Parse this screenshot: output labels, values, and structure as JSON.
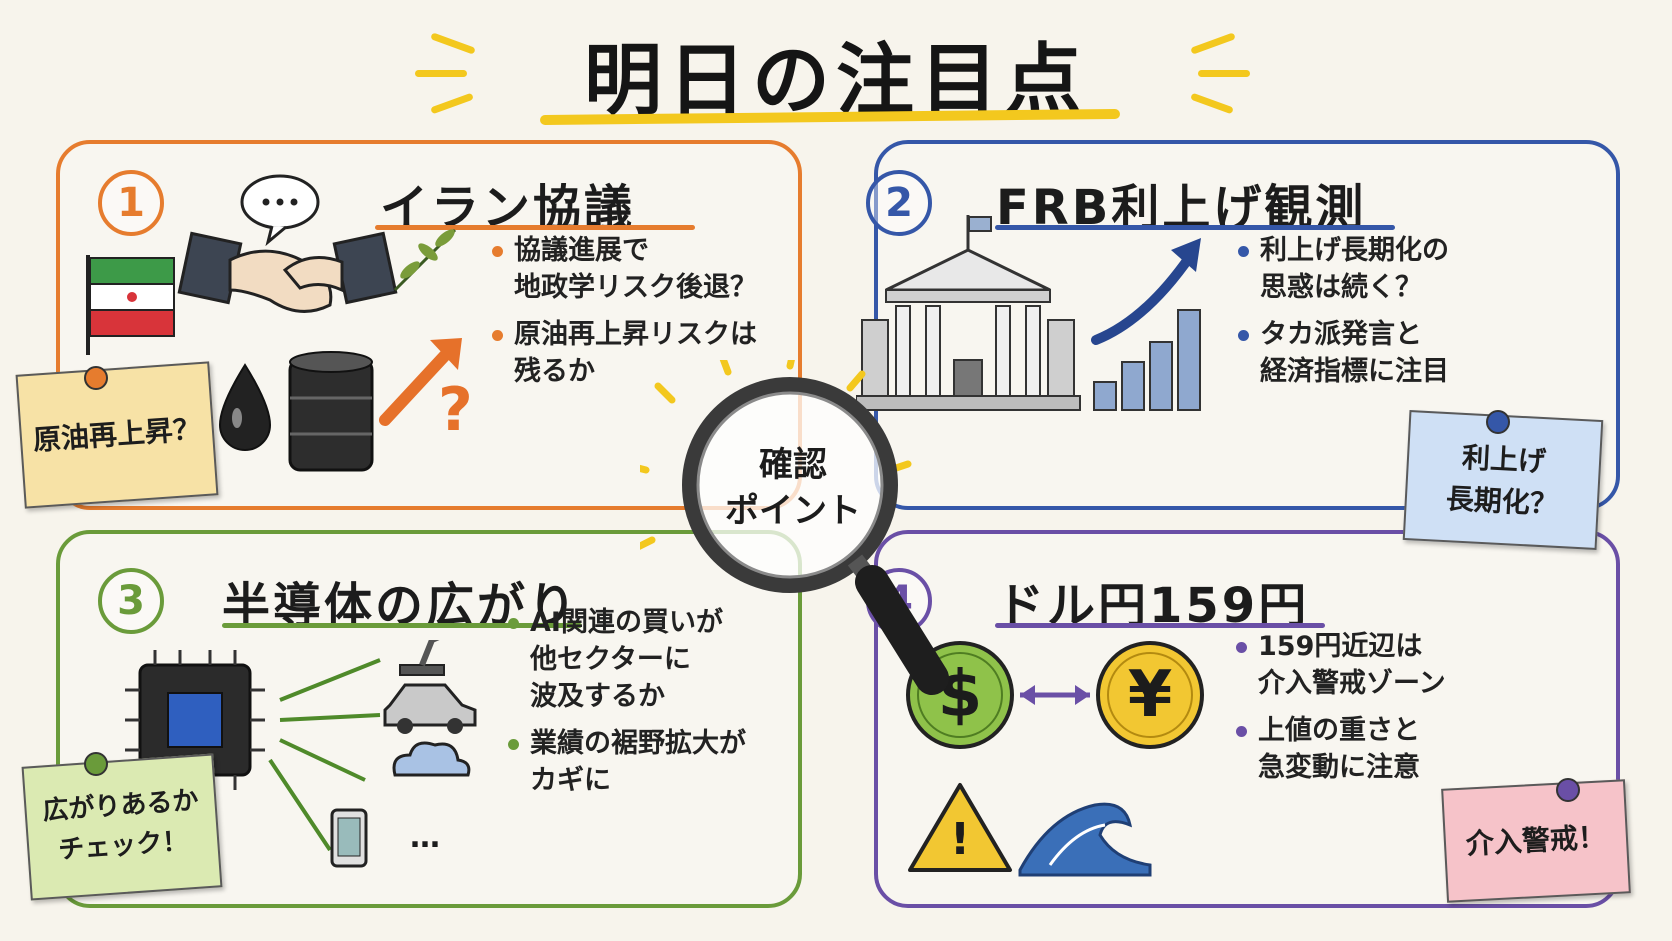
{
  "title": "明日の注目点",
  "center": {
    "line1": "確認",
    "line2": "ポイント"
  },
  "colors": {
    "orange": "#e67c2e",
    "blue": "#3557a8",
    "green": "#6a9b3a",
    "purple": "#6a4fa6",
    "yellow": "#f3c81e"
  },
  "panels": [
    {
      "number": "1",
      "title": "イラン協議",
      "bullets": [
        "協議進展で\n地政学リスク後退？",
        "原油再上昇リスクは\n残るか"
      ],
      "note": "原油再上昇？",
      "icons": [
        "speech-bubble-icon",
        "handshake-icon",
        "iran-flag-icon",
        "olive-branch-icon",
        "oil-drop-icon",
        "oil-barrel-icon",
        "up-arrow-icon",
        "question-mark-icon"
      ]
    },
    {
      "number": "2",
      "title": "FRB利上げ観測",
      "bullets": [
        "利上げ長期化の\n思惑は続く？",
        "タカ派発言と\n経済指標に注目"
      ],
      "note": "利上げ\n長期化？",
      "icons": [
        "federal-building-icon",
        "bar-chart-icon",
        "rising-arrow-icon"
      ]
    },
    {
      "number": "3",
      "title": "半導体の広がり",
      "bullets": [
        "AI関連の買いが\n他セクターに\n波及するか",
        "業績の裾野拡大が\nカギに"
      ],
      "note": "広がりあるか\nチェック！",
      "icons": [
        "chip-icon",
        "robot-arm-icon",
        "car-icon",
        "cloud-icon",
        "smartphone-icon"
      ],
      "ellipsis": "…"
    },
    {
      "number": "4",
      "title": "ドル円159円",
      "bullets": [
        "159円近辺は\n介入警戒ゾーン",
        "上値の重さと\n急変動に注意"
      ],
      "note": "介入警戒！",
      "icons": [
        "dollar-coin-icon",
        "yen-coin-icon",
        "exchange-arrow-icon",
        "warning-icon",
        "wave-icon"
      ],
      "coins": {
        "dollar": "$",
        "yen": "¥",
        "warning": "!"
      }
    }
  ]
}
